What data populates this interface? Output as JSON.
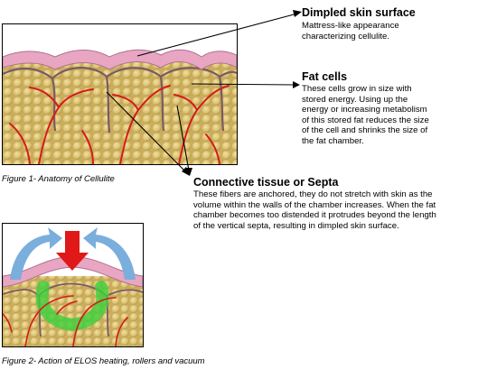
{
  "figure1": {
    "caption": "Figure 1- Anatomy of Cellulite"
  },
  "figure2": {
    "caption": "Figure 2- Action of ELOS heating, rollers and vacuum"
  },
  "annotations": {
    "dimpled": {
      "heading": "Dimpled skin surface",
      "lines": [
        "Mattress-like appearance",
        "characterizing cellulite."
      ]
    },
    "fat": {
      "heading": "Fat cells",
      "lines": [
        "These cells grow in size with",
        "stored energy.  Using up the",
        "energy or increasing metabolism",
        "of this stored fat reduces the size",
        "of the cell and shrinks the size of",
        "the fat chamber."
      ]
    },
    "septa": {
      "heading": "Connective tissue or Septa",
      "lines": [
        "These fibers are anchored, they do not stretch with skin as the",
        "volume within the walls of the chamber increases.  When the fat",
        "chamber becomes too distended it protrudes beyond the length",
        "of the vertical septa, resulting in dimpled skin surface."
      ]
    }
  },
  "colors": {
    "skin": "#e8a6c2",
    "fat": "#d8bf70",
    "vessel": "#d61a1a",
    "septa": "#7a5a66",
    "vacuum_arrow": "#7aaedc",
    "pressure_arrow": "#e01818",
    "heat_glow": "#3ccf3c"
  }
}
